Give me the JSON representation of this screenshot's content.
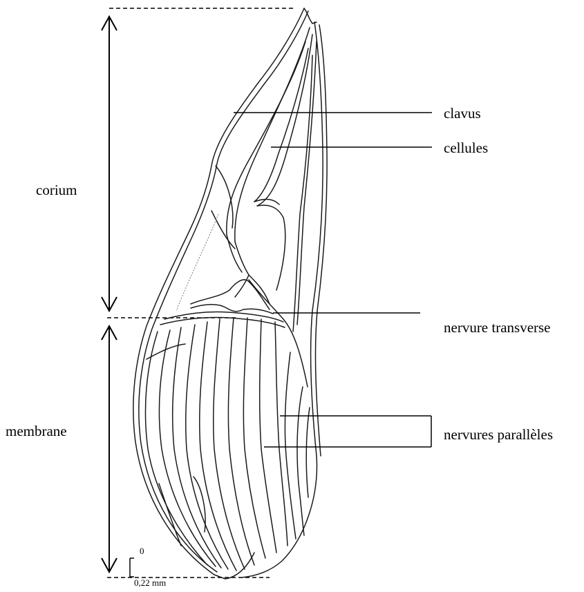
{
  "labels": {
    "corium": "corium",
    "membrane": "membrane",
    "clavus": "clavus",
    "cellules": "cellules",
    "nervure_transverse": "nervure transverse",
    "nervures_paralleles": "nervures parallèles"
  },
  "scale_bar": {
    "top": "0",
    "bottom": "0,22 mm"
  }
}
